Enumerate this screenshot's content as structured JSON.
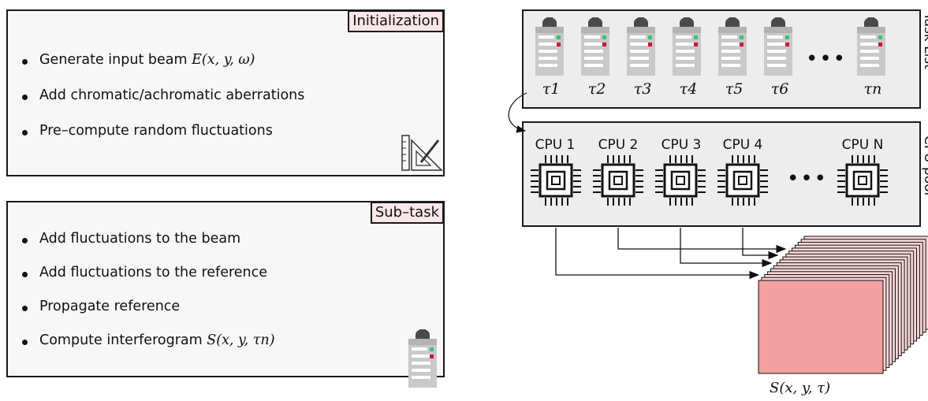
{
  "initialization": {
    "tag": "Initialization",
    "items": [
      {
        "text": "Generate input beam",
        "math": "E(x, y, ω)"
      },
      {
        "text": "Add chromatic/achromatic aberrations",
        "math": ""
      },
      {
        "text": "Pre–compute random fluctuations",
        "math": ""
      }
    ],
    "icon": "ruler-set-square-icon"
  },
  "subtask": {
    "tag": "Sub–task",
    "items": [
      {
        "text": "Add fluctuations to the beam",
        "math": ""
      },
      {
        "text": "Add fluctuations to the reference",
        "math": ""
      },
      {
        "text": "Propagate reference",
        "math": ""
      },
      {
        "text": "Compute interferogram",
        "math": "S(x, y, τn)"
      }
    ],
    "icon": "clipboard-icon"
  },
  "task_list": {
    "title": "Task List",
    "tasks": [
      "τ1",
      "τ2",
      "τ3",
      "τ4",
      "τ5",
      "τ6",
      "τn"
    ],
    "ellipsis": "•••",
    "icon": "clipboard-icon"
  },
  "cpu_pool": {
    "title": "CPU pool",
    "cpus": [
      "CPU 1",
      "CPU 2",
      "CPU 3",
      "CPU 4",
      "CPU N"
    ],
    "ellipsis": "•••",
    "icon": "cpu-chip-icon"
  },
  "output": {
    "label": "S(x, y, τ)",
    "color": "#f4a0a0"
  },
  "colors": {
    "tag_bg": "#fbe6ea",
    "panel_bg": "#f7f7f7",
    "pool_bg": "#ededed",
    "clip_green": "#3cc46a",
    "clip_red": "#d0103a"
  }
}
